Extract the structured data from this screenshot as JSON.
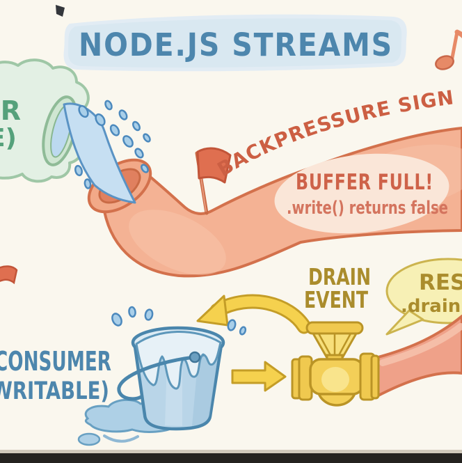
{
  "title": {
    "text": "NODE.JS STREAMS"
  },
  "producer_cloud": {
    "visible_line1": "ER",
    "visible_line2": "E)"
  },
  "pipe": {
    "signal_label": "BACKPRESSURE SIGNAL",
    "buffer_full_label": "BUFFER FULL!",
    "write_returns_label": ".write() returns false"
  },
  "drain_event": {
    "line1": "DRAIN",
    "line2": "EVENT"
  },
  "resume_bubble": {
    "visible_line1": "RESU",
    "visible_line2": ".drain e"
  },
  "consumer": {
    "line1": "CONSUMER",
    "line2": "(WRITABLE)"
  },
  "icons": {
    "music_note": "eighth-note",
    "flag_on_pipe": "red-flag",
    "flag_left_edge": "red-flag",
    "curved_arrow": "curved-arrow-to-bucket",
    "straight_arrow": "arrow-right",
    "valve": "pipe-valve",
    "bucket": "water-bucket",
    "pitcher_cloud": "pouring-pitcher-cloud"
  },
  "palette": {
    "background": "#FAF7EE",
    "title_banner": "#D9E8F1",
    "title_text": "#4D86AD",
    "producer_fill": "#E3F0E4",
    "producer_stroke": "#9FC7A6",
    "producer_text": "#55A17B",
    "water_fill": "#C6DFF2",
    "water_stroke": "#4C89BD",
    "pipe_fill": "#F4B294",
    "pipe_stroke": "#D3714C",
    "backpressure_text": "#CC5F43",
    "buffer_blob": "#FAE6D8",
    "flag_fill": "#DF6F50",
    "yellow_fill": "#F5D14E",
    "yellow_stroke": "#C49D27",
    "valve_fill": "#F3CF58",
    "drain_text": "#AA8C2C",
    "bubble_fill": "#F7F0B5",
    "bubble_stroke": "#CCB44E",
    "bucket_fill": "#B9D5E8",
    "bucket_stroke": "#4A86AC",
    "consumer_text": "#4D86AD",
    "salmon_pipe": "#EFA189",
    "music_note": "#E78A67",
    "bottom_bar": "#24221F"
  }
}
